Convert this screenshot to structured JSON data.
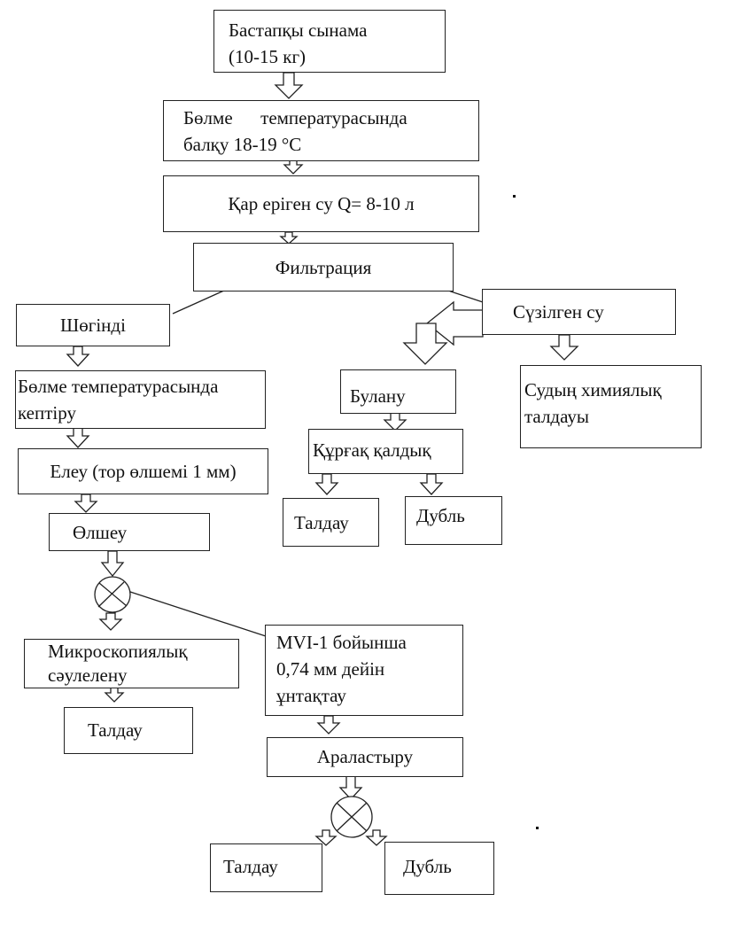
{
  "diagram": {
    "type": "flowchart",
    "nodes": {
      "initial_sample": {
        "lines": [
          "Бастапқы сынама",
          "(10-15 кг)"
        ]
      },
      "melting": {
        "lines": [
          "Бөлме      температурасында",
          "балқу 18-19 °С"
        ]
      },
      "melt_water": {
        "lines": [
          "Қар еріген су Q= 8-10 л"
        ]
      },
      "filtration": {
        "lines": [
          "Фильтрация"
        ]
      },
      "sediment": {
        "lines": [
          "Шөгінді"
        ]
      },
      "drying": {
        "lines": [
          "Бөлме температурасында",
          "кептіру"
        ]
      },
      "sieving": {
        "lines": [
          "Елеу (тор өлшемі 1 мм)"
        ]
      },
      "weighing": {
        "lines": [
          "Өлшеу"
        ]
      },
      "microscopy": {
        "lines": [
          "Микроскопиялық",
          "сәулелену"
        ]
      },
      "analysis_micro": {
        "lines": [
          "Талдау"
        ]
      },
      "grinding": {
        "lines": [
          "MVI-1 бойынша",
          "0,74 мм дейін",
          "ұнтақтау"
        ]
      },
      "mixing": {
        "lines": [
          "Араластыру"
        ]
      },
      "analysis_final": {
        "lines": [
          "Талдау"
        ]
      },
      "duplicate_final": {
        "lines": [
          "Дубль"
        ]
      },
      "filtered_water": {
        "lines": [
          "Сүзілген су"
        ]
      },
      "evaporation": {
        "lines": [
          "Булану"
        ]
      },
      "dry_residue": {
        "lines": [
          "Құрғақ қалдық"
        ]
      },
      "analysis_residue": {
        "lines": [
          "Талдау"
        ]
      },
      "duplicate_residue": {
        "lines": [
          "Дубль"
        ]
      },
      "water_chem_analysis": {
        "lines": [
          "Судың химиялық",
          "талдауы"
        ]
      }
    },
    "edges": [
      [
        "initial_sample",
        "melting"
      ],
      [
        "melting",
        "melt_water"
      ],
      [
        "melt_water",
        "filtration"
      ],
      [
        "filtration",
        "sediment"
      ],
      [
        "filtration",
        "filtered_water"
      ],
      [
        "sediment",
        "drying"
      ],
      [
        "drying",
        "sieving"
      ],
      [
        "sieving",
        "weighing"
      ],
      [
        "weighing",
        "split_1"
      ],
      [
        "split_1",
        "microscopy"
      ],
      [
        "split_1",
        "grinding"
      ],
      [
        "microscopy",
        "analysis_micro"
      ],
      [
        "grinding",
        "mixing"
      ],
      [
        "mixing",
        "split_2"
      ],
      [
        "split_2",
        "analysis_final"
      ],
      [
        "split_2",
        "duplicate_final"
      ],
      [
        "filtered_water",
        "evaporation"
      ],
      [
        "filtered_water",
        "water_chem_analysis"
      ],
      [
        "evaporation",
        "dry_residue"
      ],
      [
        "dry_residue",
        "analysis_residue"
      ],
      [
        "dry_residue",
        "duplicate_residue"
      ]
    ],
    "split_symbols": [
      "split_1",
      "split_2"
    ]
  }
}
